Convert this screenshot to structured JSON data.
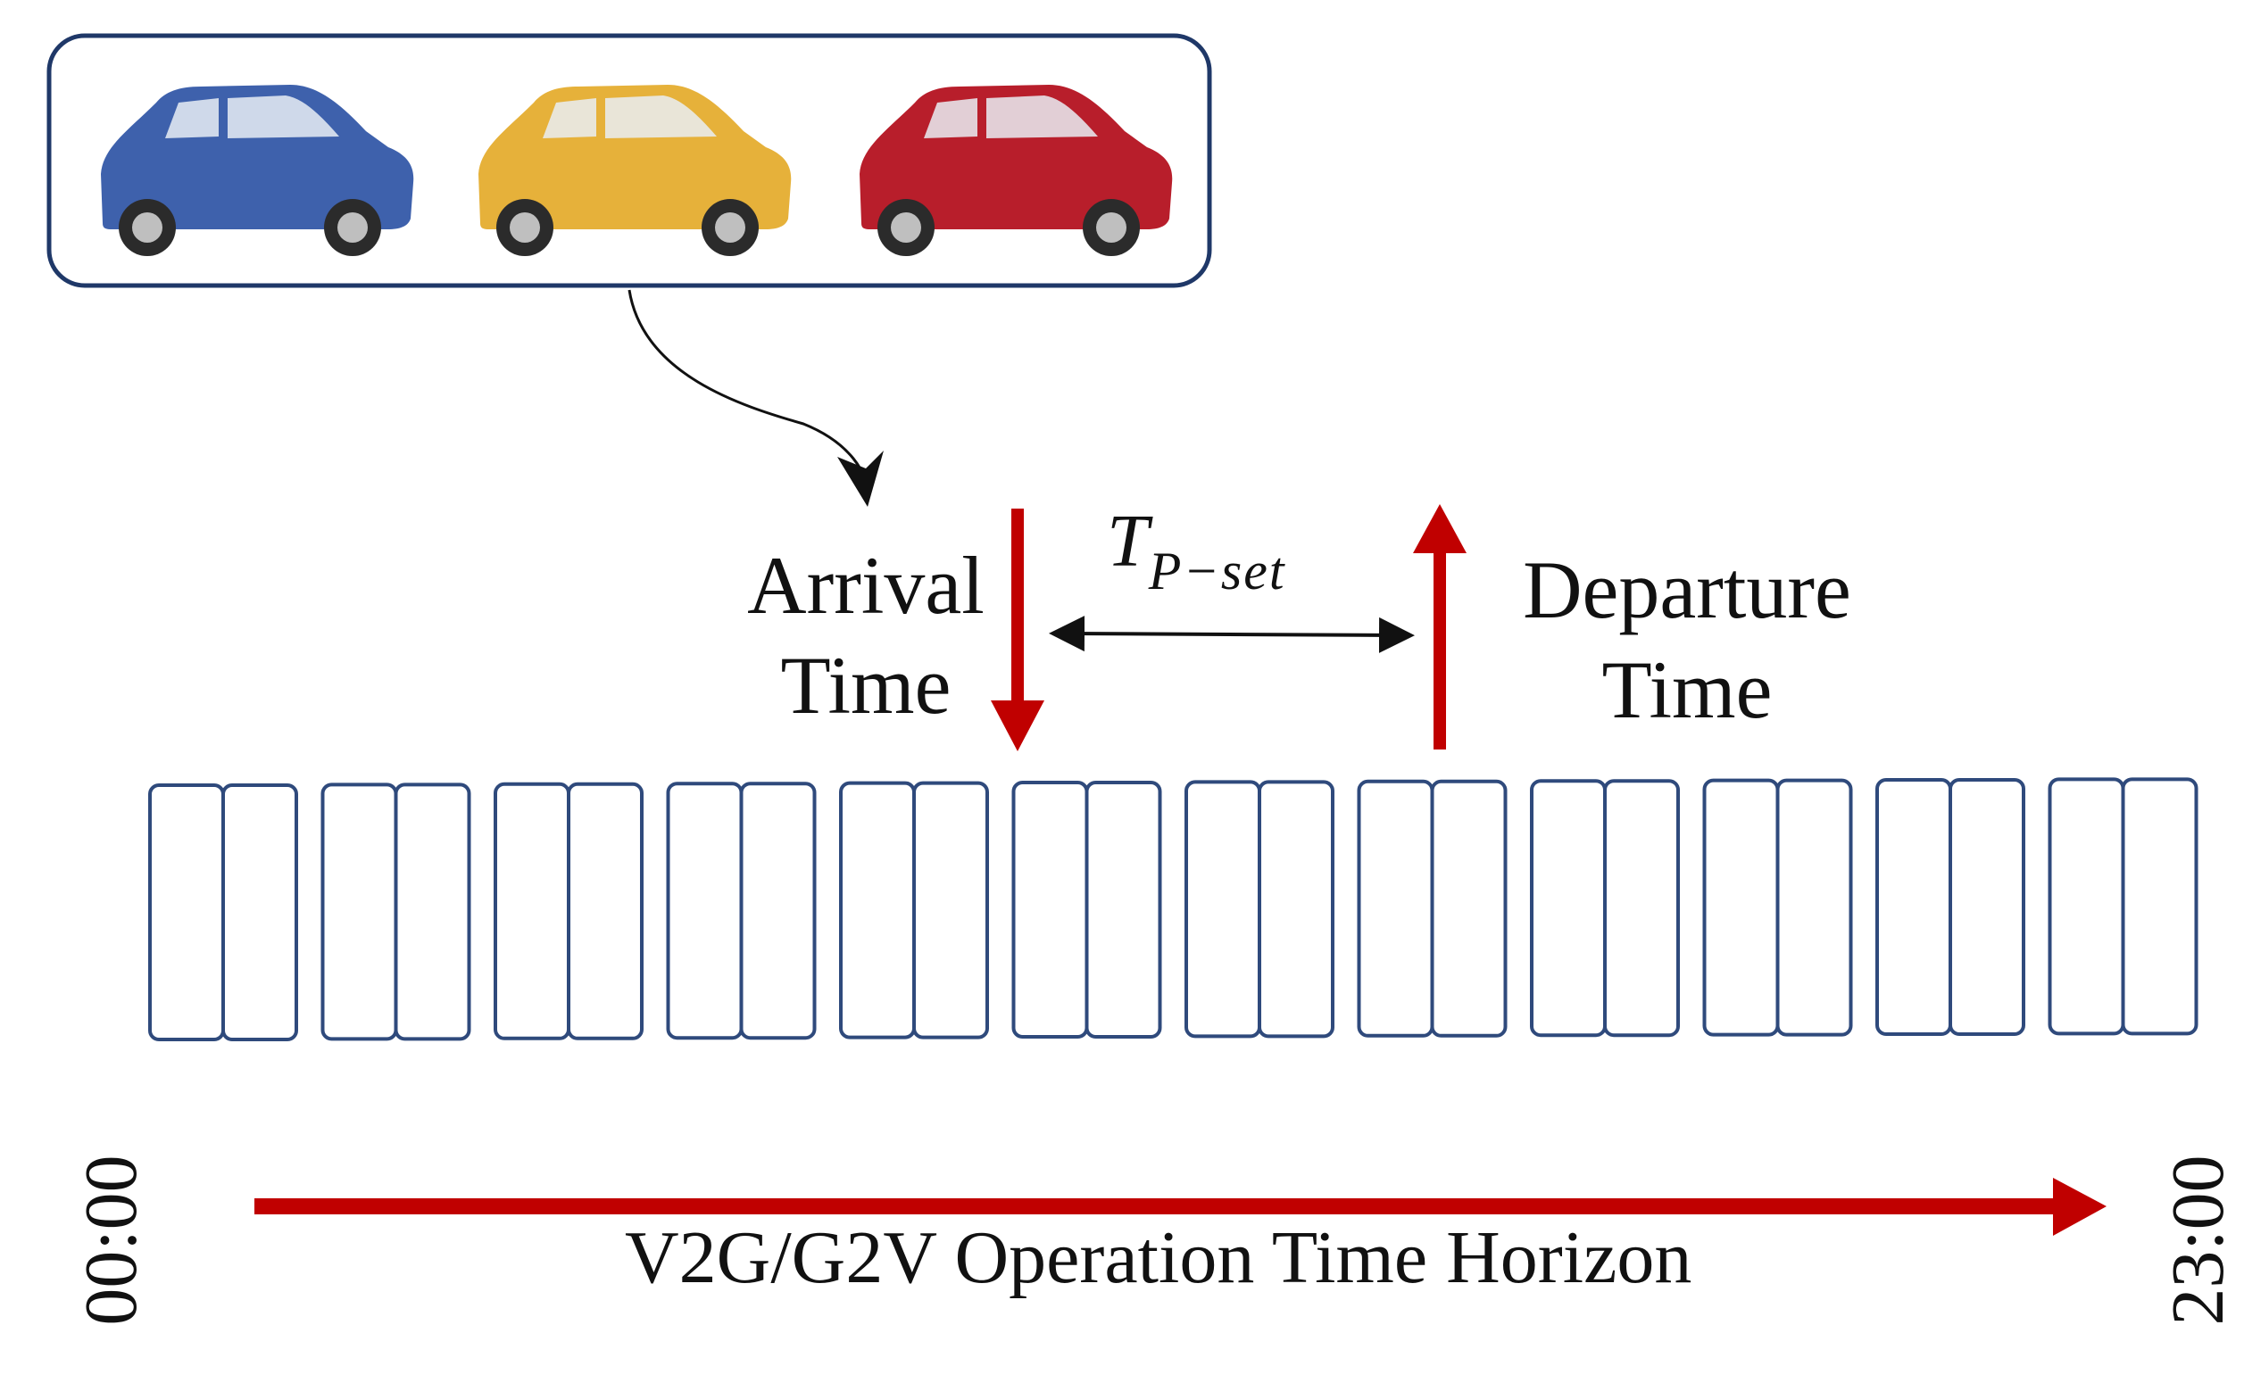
{
  "labels": {
    "arrival_line1": "Arrival",
    "arrival_line2": "Time",
    "departure_line1": "Departure",
    "departure_line2": "Time",
    "tpset_main": "T",
    "tpset_sub": "P−set",
    "horizon": "V2G/G2V Operation Time Horizon",
    "start_time": "00:00",
    "end_time": "23:00"
  },
  "vehicles": [
    {
      "name": "blue-car",
      "color": "#3e61ac"
    },
    {
      "name": "yellow-car",
      "color": "#e6b13a"
    },
    {
      "name": "red-car",
      "color": "#b81e2b"
    }
  ],
  "time_slots": {
    "groups": 12,
    "slots_per_group": 2
  },
  "colors": {
    "slot_border": "#2f4a7c",
    "accent_red": "#c00000",
    "frame_border": "#1f3868",
    "text": "#111111"
  }
}
